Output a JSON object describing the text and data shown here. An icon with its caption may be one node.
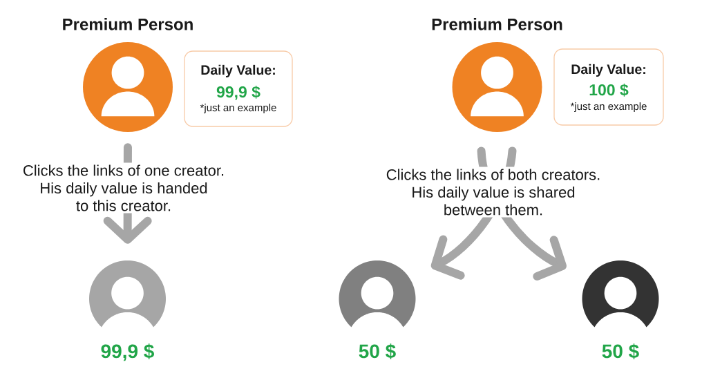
{
  "diagram": {
    "nodes": [
      {
        "text": [
          "Premium Person"
        ]
      },
      {
        "text": [
          "Daily Value:",
          "99,9 $",
          "*just an example"
        ]
      },
      {
        "text": [],
        "shape": "person",
        "beside": [
          "99,9 $"
        ]
      },
      {
        "text": [
          "Premium Person"
        ]
      },
      {
        "text": [
          "Daily Value:",
          "100 $",
          "*just an example"
        ]
      },
      {
        "text": [],
        "shape": "person",
        "beside": [
          "50 $"
        ]
      },
      {
        "text": [],
        "shape": "person",
        "beside": [
          "50 $"
        ]
      }
    ],
    "edges": [
      {
        "from": 0,
        "to": 2,
        "arrow": "to",
        "label": "Clicks the links of one creator. His daily value is handed to this creator."
      },
      {
        "from": 3,
        "to": 5,
        "arrow": "to",
        "label": "Clicks the links of both creators. His daily value is shared between them."
      },
      {
        "from": 3,
        "to": 6,
        "arrow": "to"
      }
    ]
  }
}
